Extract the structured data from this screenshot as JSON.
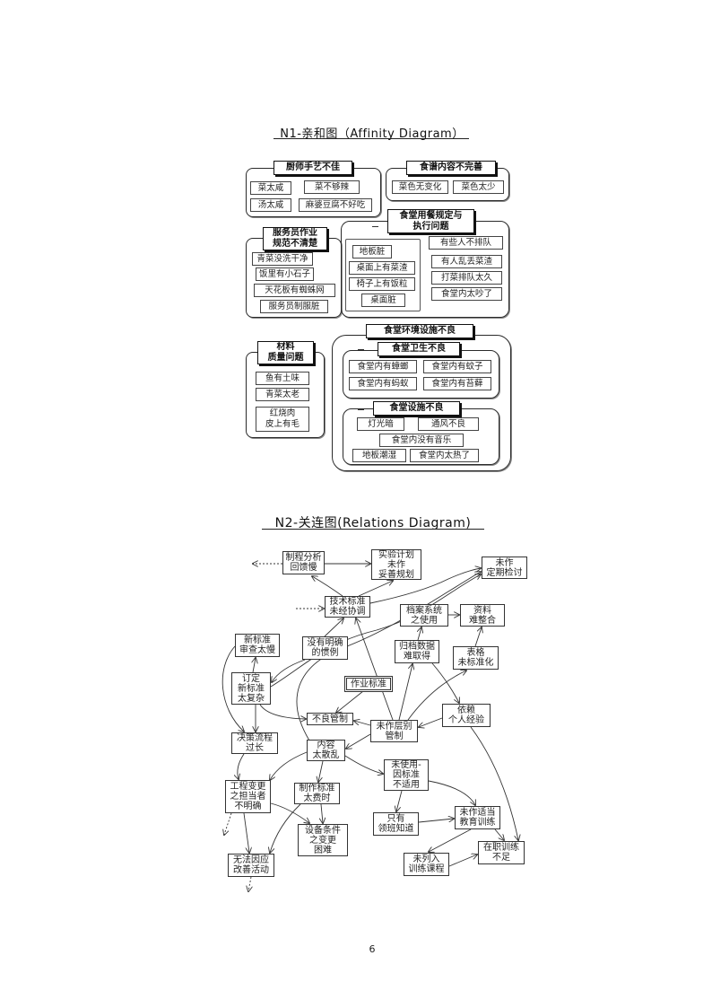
{
  "page_number": "6",
  "affinity": {
    "title": "N1-亲和图（Affinity Diagram）",
    "chef": {
      "header": "厨师手艺不佳",
      "items": [
        "菜太咸",
        "菜不够辣",
        "汤太咸",
        "麻婆豆腐不好吃"
      ]
    },
    "menu": {
      "header": "食谱内容不完善",
      "items": [
        "菜色无变化",
        "菜色太少"
      ]
    },
    "service": {
      "header": "服务员作业\n规范不清楚",
      "items": [
        "青菜没洗干净",
        "饭里有小石子",
        "天花板有蜘蛛网",
        "服务员制服脏"
      ]
    },
    "rules": {
      "header": "食堂用餐规定与\n执行问题",
      "middle_items": [
        "地板脏",
        "桌面上有菜渣",
        "椅子上有饭粒",
        "桌面脏"
      ],
      "right_items": [
        "有些人不排队",
        "有人乱丢菜渣",
        "打菜排队太久",
        "食堂内太吵了"
      ]
    },
    "materials": {
      "header": "材料\n质量问题",
      "items": [
        "鱼有土味",
        "青菜太老",
        "红烧肉\n皮上有毛"
      ]
    },
    "environment": {
      "header": "食堂环境设施不良",
      "hygiene": {
        "header": "食堂卫生不良",
        "items": [
          "食堂内有蟑螂",
          "食堂内有蚊子",
          "食堂内有蚂蚁",
          "食堂内有苔藓"
        ]
      },
      "facilities": {
        "header": "食堂设施不良",
        "items": [
          "灯光暗",
          "通风不良",
          "食堂内没有音乐",
          "地板潮湿",
          "食堂内太热了"
        ]
      }
    }
  },
  "relations": {
    "title": "N2-关连图(Relations Diagram)",
    "nodes": {
      "process_feedback": "制程分析\n回馈慢",
      "experiment_plan": "实验计划\n未作\n妥善规划",
      "regular_review": "未作\n定期检讨",
      "tech_standard": "技术标准\n未经协调",
      "archive_system": "档案系统\n之使用",
      "data_integration": "资料\n难整合",
      "new_standard_review": "新标准\n审查太慢",
      "no_convention": "没有明确\n的惯例",
      "archive_retrieval": "归档数据\n难取得",
      "form_standard": "表格\n未标准化",
      "define_standard": "订定\n新标准\n太复杂",
      "operation_standard": "作业标准",
      "personal_experience": "依赖\n个人经验",
      "defect_control": "不良管制",
      "layer_control": "未作层别\n管制",
      "decision_process": "决策流程\n过长",
      "content_scattered": "内容\n太散乱",
      "unused_standard": "未使用-\n因标准\n不适用",
      "engineering_change": "工程变更\n之担当者\n不明确",
      "make_standard": "制作标准\n太费时",
      "foreman_only": "只有\n领班知道",
      "education_training": "未作适当\n教育训练",
      "equipment_change": "设备条件\n之变更\n困难",
      "ojt_insufficient": "在职训练\n不足",
      "improvement_activity": "无法因应\n改善活动",
      "training_course": "未列入\n训练课程"
    }
  }
}
